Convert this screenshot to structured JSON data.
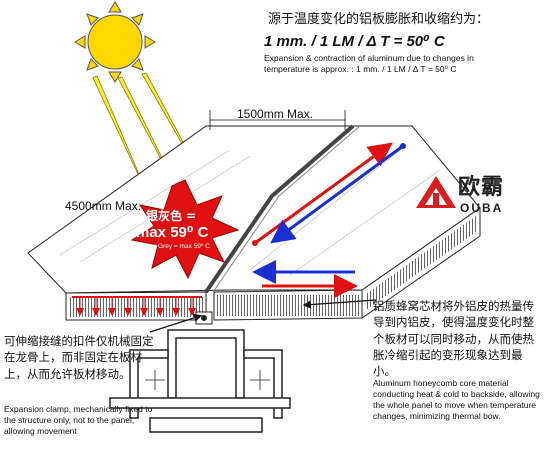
{
  "title": {
    "cn": "源于温度变化的铝板膨胀和收缩约为：",
    "formula": "1 mm. / 1 LM / Δ T = 50⁰ C",
    "en_line1": "Expansion & contraction of aluminum due to changes in",
    "en_line2": "temperature is approx. : 1 mm. / 1 LM / Δ T = 50⁰ C"
  },
  "dimensions": {
    "width": "1500mm Max.",
    "length": "4500mm Max."
  },
  "logo": {
    "cn": "欧霸",
    "en": "OUBA"
  },
  "heat_burst": {
    "cn": "银灰色 =",
    "max": "max 59⁰ C",
    "en": "Silver Grey = max 59⁰ C"
  },
  "honeycomb_note": {
    "cn": "铝质蜂窝芯材将外铝皮的热量传导到内铝皮，使得温度变化时整个板材可以同时移动，从而使热胀冷缩引起的变形现象达到最小。",
    "en": "Aluminum honeycomb core material conducting heat & cold to backside, allowing the whole panel to move when temperature changes, minimizing thermal bow."
  },
  "clamp_note": {
    "cn": "可伸缩接缝的扣件仅机械固定在龙骨上，而非固定在板材上，从而允许板材移动。",
    "en": "Expansion clamp, mechanically fixed to the structure only, not to the panel, allowing movement"
  },
  "colors": {
    "sun": "#ffd700",
    "sun_outline": "#555555",
    "heat_burst": "#e01010",
    "arrow_red": "#e01010",
    "arrow_blue": "#1a2fd0",
    "logo_red": "#d81e1e"
  }
}
